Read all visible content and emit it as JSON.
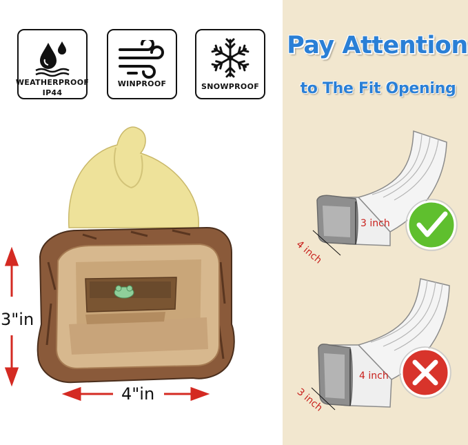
{
  "badges": [
    {
      "label": "WEATHERPROOF\nIP44",
      "icon": "water-drops-icon"
    },
    {
      "label": "WINPROOF",
      "icon": "wind-icon"
    },
    {
      "label": "SNOWPROOF",
      "icon": "snowflake-icon"
    }
  ],
  "dimensions": {
    "product_height": "3\"in",
    "product_width": "4\"in"
  },
  "fit_panel": {
    "title": "Pay Attention",
    "subtitle": "to The Fit Opening",
    "correct": {
      "height": "3 inch",
      "width": "4 inch",
      "icon": "check-mark-icon"
    },
    "wrong": {
      "height": "4 inch",
      "width": "3 inch",
      "icon": "cross-mark-icon"
    }
  },
  "colors": {
    "panel_bg": "#f2e7cf",
    "title_blue": "#2a7fd6",
    "arrow_red": "#d42a22",
    "check_green": "#5fbf2e",
    "cross_red": "#d8342b"
  }
}
